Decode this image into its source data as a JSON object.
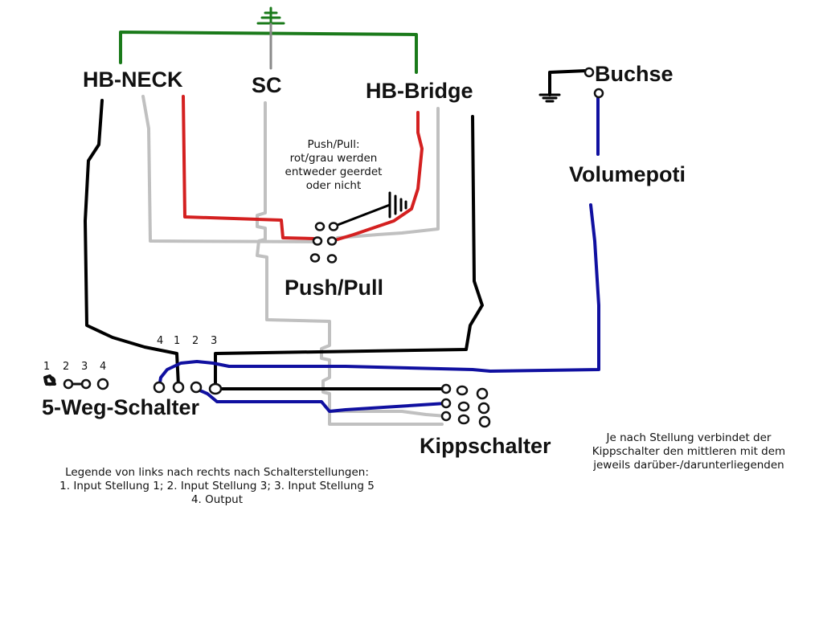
{
  "labels": {
    "hb_neck": "HB-NECK",
    "sc": "SC",
    "hb_bridge": "HB-Bridge",
    "buchse": "Buchse",
    "volumepoti": "Volumepoti",
    "push_pull": "Push/Pull",
    "five_way": "5-Weg-Schalter",
    "kippschalter": "Kippschalter"
  },
  "notes": {
    "push_pull": [
      "Push/Pull:",
      "rot/grau werden",
      "entweder geerdet",
      "oder nicht"
    ],
    "kipp": [
      "Je nach Stellung verbindet der",
      "Kippschalter den mittleren mit dem",
      "jeweils darüber-/darunterliegenden"
    ],
    "legend": [
      "Legende von links nach rechts  nach Schalterstellungen:",
      "1. Input Stellung 1; 2. Input Stellung 3; 3. Input Stellung 5",
      "4. Output"
    ]
  },
  "switch_numbers_left": [
    "1",
    "2",
    "3",
    "4"
  ],
  "switch_numbers_right": [
    "4",
    "1",
    "2",
    "3"
  ],
  "colors": {
    "green": "#1a7a1a",
    "black": "#000000",
    "gray": "#c0c0c0",
    "red": "#d42020",
    "blue": "#1010a0"
  }
}
